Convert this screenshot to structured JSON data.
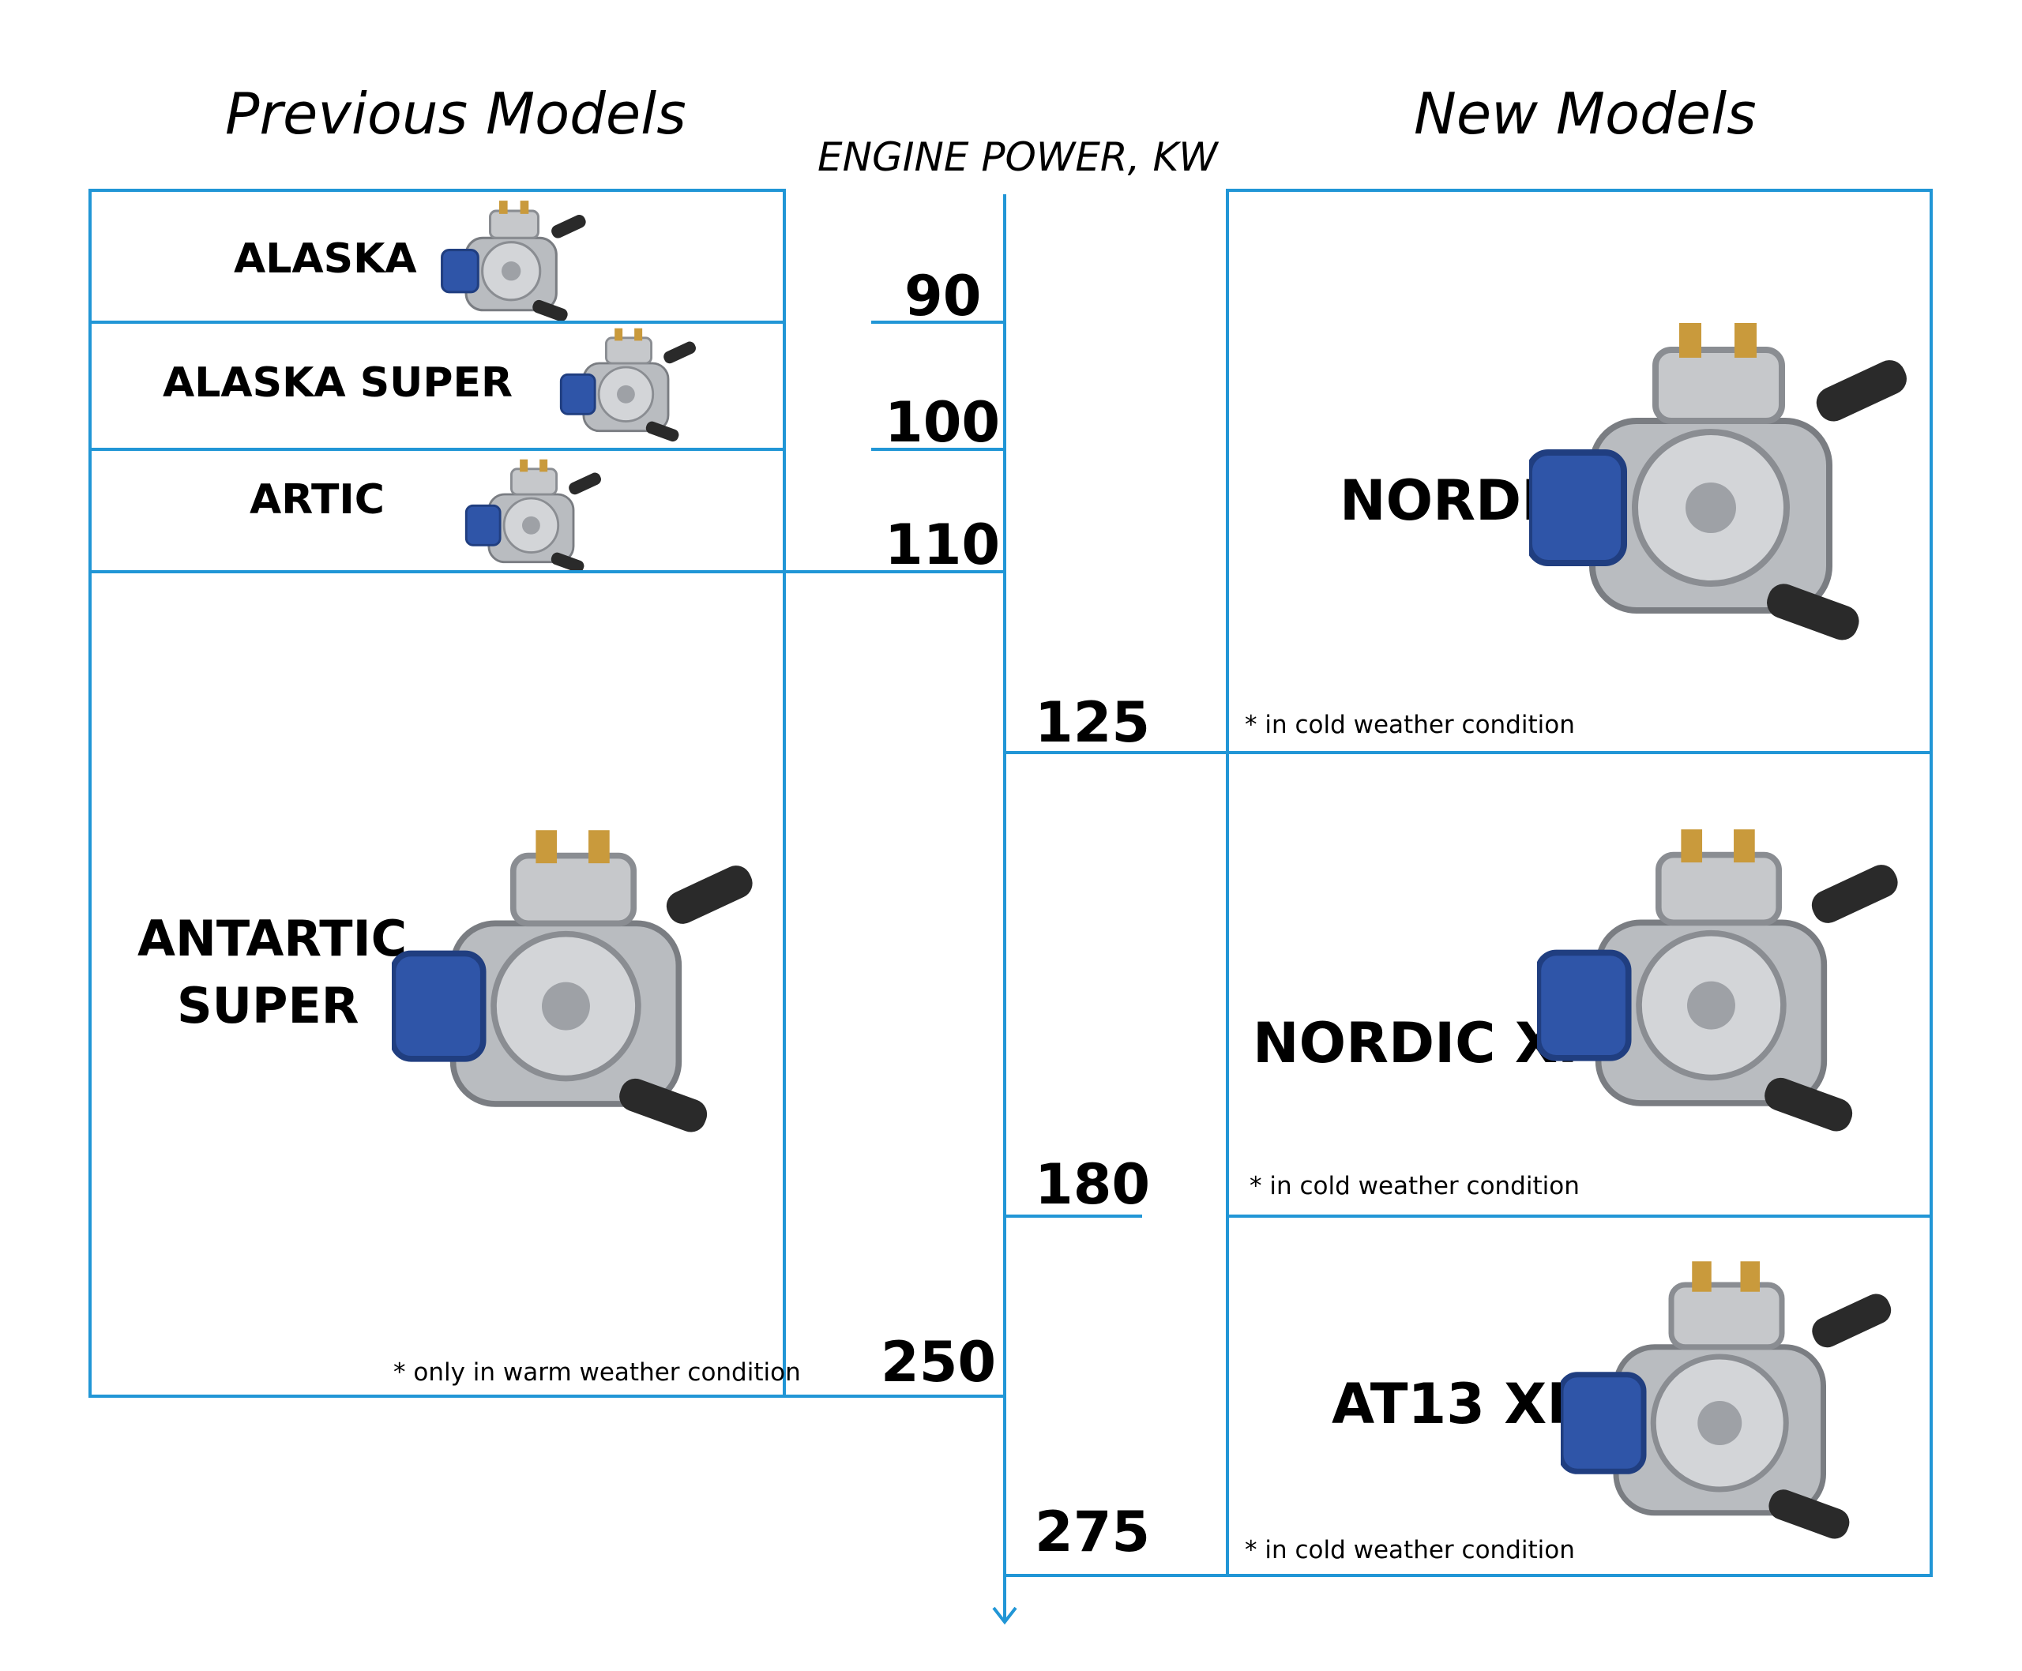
{
  "headers": {
    "previous": "Previous Models",
    "new": "New Models",
    "axis": "ENGINE POWER, KW"
  },
  "axis_ticks": [
    "90",
    "100",
    "110",
    "125",
    "180",
    "250",
    "275"
  ],
  "previous_models": [
    {
      "name": "ALASKA",
      "max_power_kw": 90
    },
    {
      "name": "ALASKA SUPER",
      "max_power_kw": 100
    },
    {
      "name": "ARTIC",
      "max_power_kw": 110
    },
    {
      "name_line1": "ANTARTIC",
      "name_line2": "SUPER",
      "max_power_kw": 250,
      "note": "* only in warm weather condition"
    }
  ],
  "new_models": [
    {
      "name": "NORDIC",
      "max_power_kw": 125,
      "note": "* in cold weather condition"
    },
    {
      "name": "NORDIC XP",
      "max_power_kw": 180,
      "note": "* in cold weather condition"
    },
    {
      "name": "AT13 XP",
      "max_power_kw": 275,
      "note": "* in cold weather condition"
    }
  ],
  "colors": {
    "line": "#2196d6",
    "solenoid": "#2f55a8",
    "body": "#b9bcc0",
    "brass": "#c99a3c"
  },
  "icons": [
    "reducer-photo"
  ]
}
